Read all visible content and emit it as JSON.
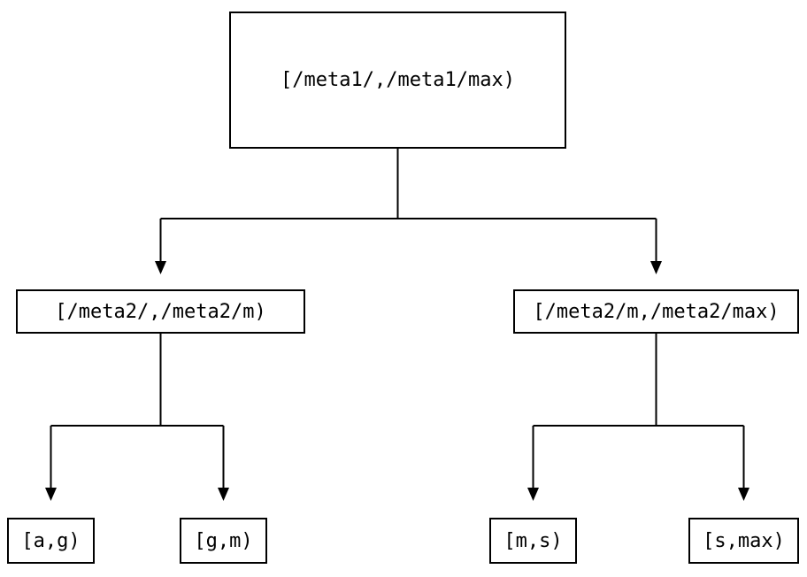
{
  "colors": {
    "background": "#ffffff",
    "line": "#000000",
    "box_border": "#000000",
    "text": "#000000"
  },
  "tree": {
    "root": {
      "label": "[/meta1/,/meta1/max)",
      "children": [
        {
          "label": "[/meta2/,/meta2/m)",
          "children": [
            {
              "label": "[a,g)"
            },
            {
              "label": "[g,m)"
            }
          ]
        },
        {
          "label": "[/meta2/m,/meta2/max)",
          "children": [
            {
              "label": "[m,s)"
            },
            {
              "label": "[s,max)"
            }
          ]
        }
      ]
    }
  }
}
